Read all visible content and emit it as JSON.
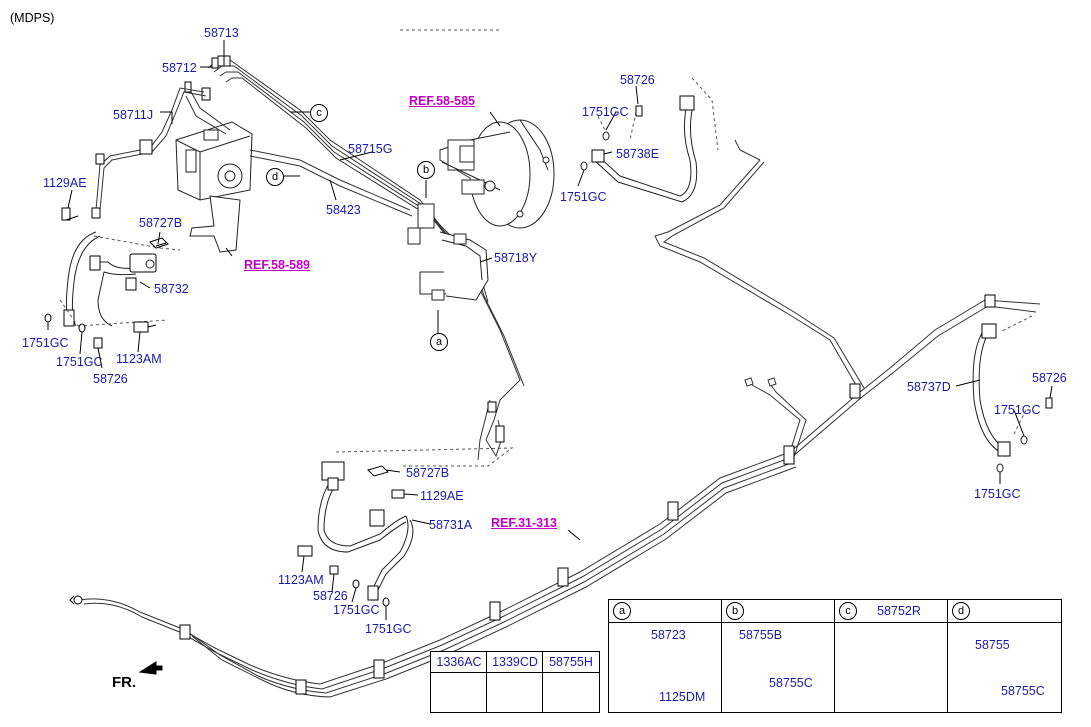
{
  "header_note": "(MDPS)",
  "direction_marker": "FR.",
  "callouts": {
    "c_58713": "58713",
    "c_58712": "58712",
    "c_58711J": "58711J",
    "c_1129AE_top": "1129AE",
    "c_58727B_top": "58727B",
    "c_58732": "58732",
    "c_1751GC_left": "1751GC",
    "c_1751GC_left2": "1751GC",
    "c_1123AM_top": "1123AM",
    "c_58726_left": "58726",
    "c_58715G": "58715G",
    "c_58423": "58423",
    "c_58718Y": "58718Y",
    "c_58726_top": "58726",
    "c_1751GC_top1": "1751GC",
    "c_58738E": "58738E",
    "c_1751GC_top2": "1751GC",
    "c_58737D": "58737D",
    "c_58726_right": "58726",
    "c_1751GC_right1": "1751GC",
    "c_1751GC_right2": "1751GC",
    "c_58727B_mid": "58727B",
    "c_1129AE_mid": "1129AE",
    "c_58731A": "58731A",
    "c_1123AM_mid": "1123AM",
    "c_58726_mid": "58726",
    "c_1751GC_mid1": "1751GC",
    "c_1751GC_mid2": "1751GC"
  },
  "references": {
    "ref_585": "REF.58-585",
    "ref_589": "REF.58-589",
    "ref_313": "REF.31-313"
  },
  "view_markers": {
    "a": "a",
    "b": "b",
    "c": "c",
    "d": "d"
  },
  "detail_table": {
    "columns": [
      {
        "letter": "a",
        "part": "",
        "items": [
          "58723",
          "1125DM"
        ]
      },
      {
        "letter": "b",
        "part": "",
        "items": [
          "58755B",
          "58755C"
        ]
      },
      {
        "letter": "c",
        "part": "58752R",
        "items": []
      },
      {
        "letter": "d",
        "part": "",
        "items": [
          "58755",
          "58755C"
        ]
      }
    ]
  },
  "small_table": {
    "headers": [
      "1336AC",
      "1339CD",
      "58755H"
    ]
  },
  "colors": {
    "callout": "#1a1aa8",
    "reference": "#c400c4",
    "line": "#000000"
  }
}
